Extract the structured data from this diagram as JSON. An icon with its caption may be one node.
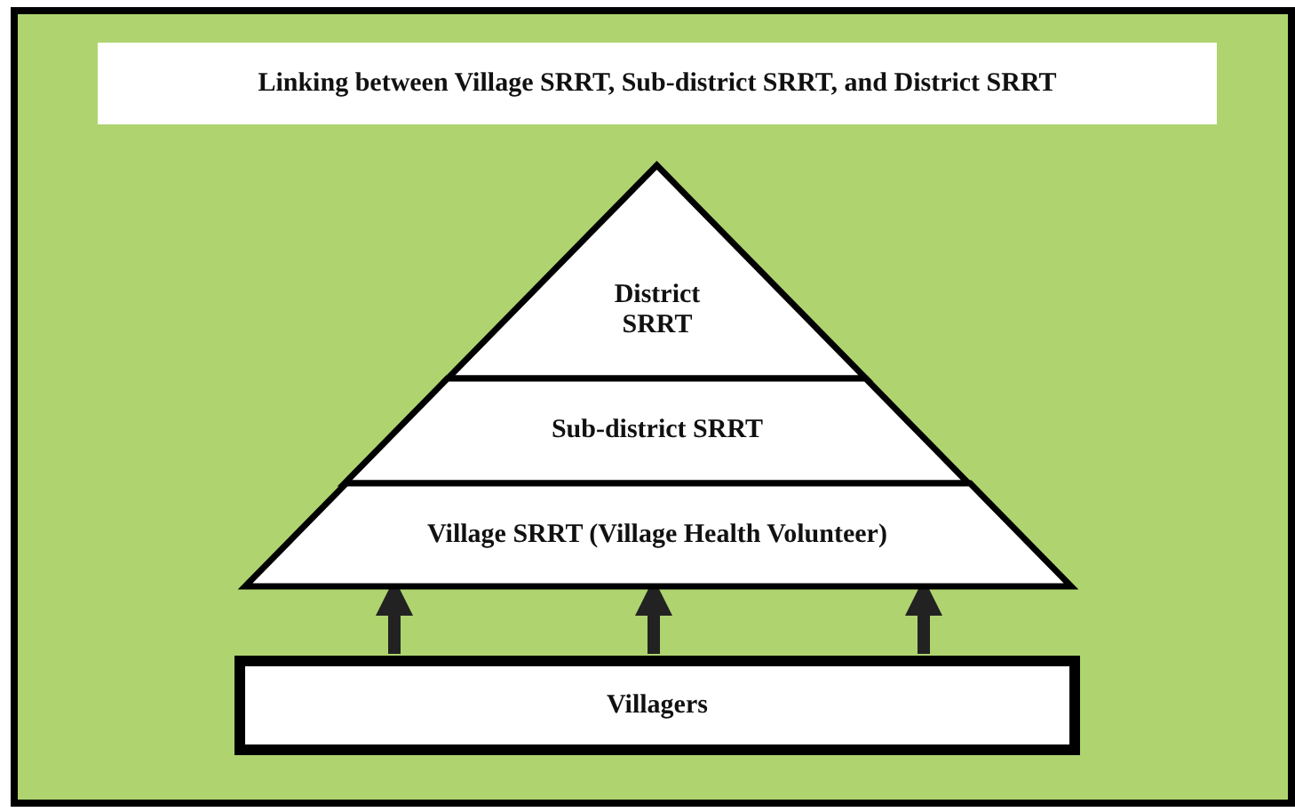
{
  "diagram": {
    "title": "Linking between Village SRRT, Sub-district SRRT, and District SRRT",
    "nodes": [
      {
        "text": [
          "District SRRT"
        ]
      },
      {
        "text": [
          "Sub-district  SRRT"
        ]
      },
      {
        "text": [
          "Village SRRT (Village Health Volunteer)"
        ]
      },
      {
        "text": [
          "Villagers"
        ]
      }
    ],
    "edges": [
      {
        "from": 3,
        "to": 2,
        "arrow": "to"
      },
      {
        "from": 3,
        "to": 2,
        "arrow": "to"
      },
      {
        "from": 3,
        "to": 2,
        "arrow": "to"
      }
    ]
  }
}
